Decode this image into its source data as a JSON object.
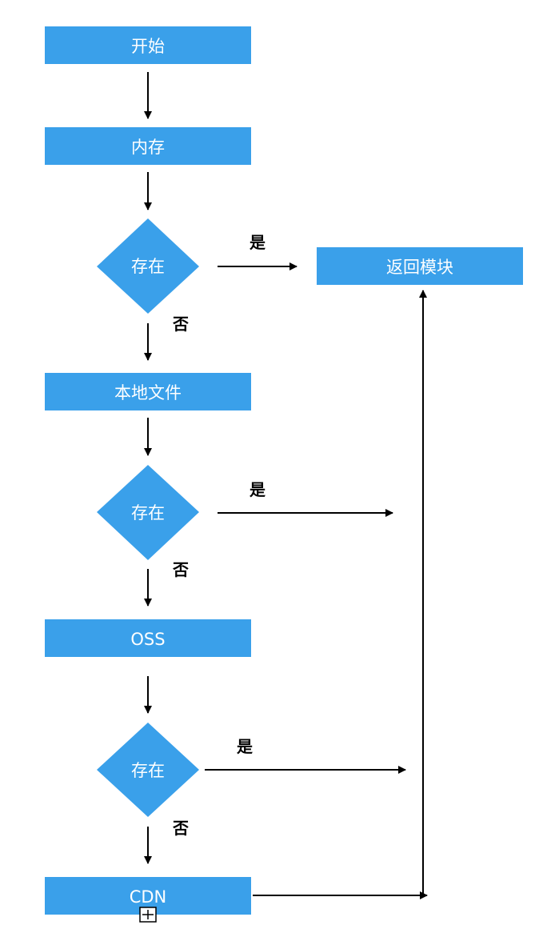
{
  "diagram": {
    "box_color": "#3aa0ea",
    "edge_color": "#000000",
    "nodes": {
      "start": "开始",
      "memory": "内存",
      "decision_memory": "存在",
      "local_file": "本地文件",
      "decision_local": "存在",
      "oss": "OSS",
      "decision_oss": "存在",
      "cdn": "CDN",
      "return_module": "返回模块"
    },
    "edges": {
      "yes_1": "是",
      "no_1": "否",
      "yes_2": "是",
      "no_2": "否",
      "yes_3": "是",
      "no_3": "否"
    }
  }
}
